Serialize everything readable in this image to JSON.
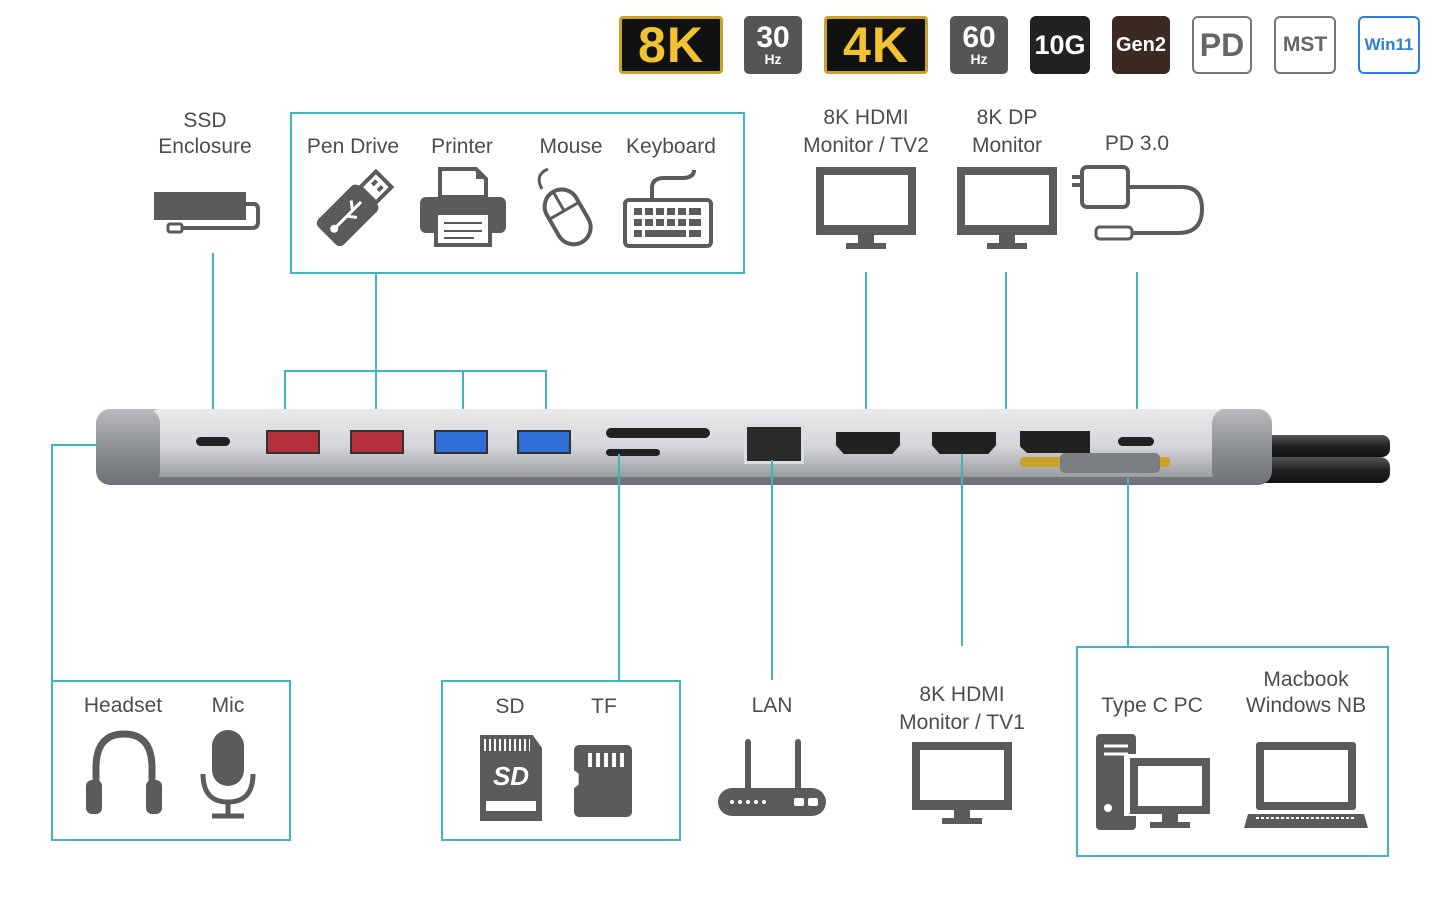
{
  "badges": {
    "b8k": "8K",
    "b30": "30",
    "b30_unit": "Hz",
    "b4k": "4K",
    "b60": "60",
    "b60_unit": "Hz",
    "b10g": "10G",
    "gen2": "Gen2",
    "pd": "PD",
    "mst": "MST",
    "win11": "Win11"
  },
  "top": {
    "ssd_line1": "SSD",
    "ssd_line2": "Enclosure",
    "pen_drive": "Pen Drive",
    "printer": "Printer",
    "mouse": "Mouse",
    "keyboard": "Keyboard",
    "hdmi2_line1": "8K HDMI",
    "hdmi2_line2": "Monitor / TV2",
    "dp_line1": "8K DP",
    "dp_line2": "Monitor",
    "pd30": "PD 3.0"
  },
  "bottom": {
    "headset": "Headset",
    "mic": "Mic",
    "sd": "SD",
    "tf": "TF",
    "sd_card_text": "SD",
    "lan": "LAN",
    "hdmi1_line1": "8K HDMI",
    "hdmi1_line2": "Monitor / TV1",
    "typec_pc": "Type C PC",
    "nb_line1": "Macbook",
    "nb_line2": "Windows NB"
  },
  "colors": {
    "accent_line": "#3fb6bf",
    "icon_gray": "#5b5b5b",
    "gold": "#f2c230",
    "usb_red": "#b3303c",
    "usb_blue": "#2f6fd6"
  }
}
